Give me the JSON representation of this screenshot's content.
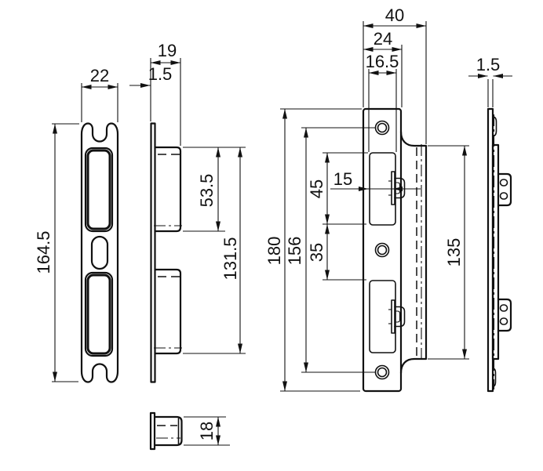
{
  "drawing": {
    "title": "mortise-lock-and-strike-plate-dimension-drawing",
    "colors": {
      "line": "#111111",
      "background": "#ffffff"
    },
    "strike_front": {
      "width": "22",
      "height": "164.5"
    },
    "strike_side": {
      "depth": "19",
      "thickness": "1.5",
      "upper_box_height": "53.5",
      "boxes_extent": "131.5"
    },
    "box_section": {
      "height": "18"
    },
    "lock_front": {
      "overall_width": "40",
      "faceplate_width": "24",
      "cutout_width": "16.5",
      "faceplate_height": "180",
      "screw_spacing": "156",
      "upper_cutout_span": "45",
      "cutout_gap": "35",
      "latch_offset": "15",
      "case_height": "135"
    },
    "lock_side": {
      "thickness": "1.5"
    }
  }
}
